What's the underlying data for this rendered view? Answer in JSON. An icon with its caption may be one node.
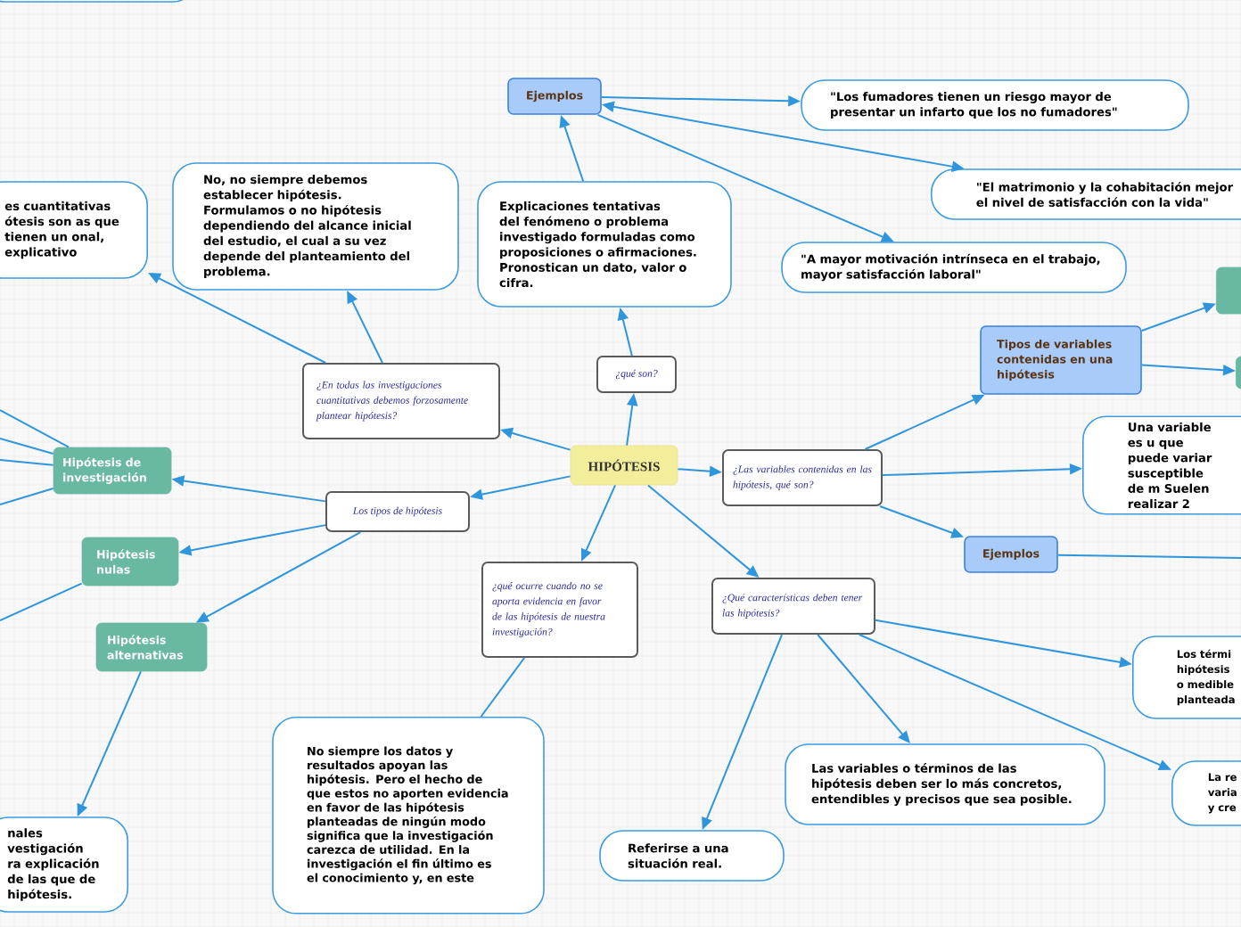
{
  "diagram": {
    "nodes": [
      {
        "text": [
          "HIPÓTESIS"
        ]
      },
      {
        "text": [
          "¿qué son?"
        ]
      },
      {
        "text": [
          "Explicaciones tentativas del fenómeno o problema investigado formuladas como proposiciones o afirmaciones. Pronostican un dato, valor o cifra."
        ]
      },
      {
        "text": [
          "Ejemplos"
        ]
      },
      {
        "text": [
          "\"Los fumadores tienen un riesgo mayor de presentar un infarto que los no fumadores\""
        ]
      },
      {
        "text": [
          "\"El matrimonio y la cohabitación mejor el nivel de satisfacción con la vida\""
        ]
      },
      {
        "text": [
          "\"A mayor motivación intrínseca en el trabajo, mayor satisfacción laboral\""
        ]
      },
      {
        "text": [
          "¿En todas las investigaciones cuantitativas debemos forzosamente plantear hipótesis?"
        ]
      },
      {
        "text": [
          "No, no siempre debemos establecer hipótesis. Formulamos o no hipótesis dependiendo del alcance inicial del estudio, el cual a su vez depende del planteamiento del problema."
        ]
      },
      {
        "text": [
          "es cuantitativas ótesis son as que tienen un onal, explicativo"
        ]
      },
      {
        "text": [
          "Los tipos de hipótesis"
        ]
      },
      {
        "text": [
          "Hipótesis de investigación"
        ]
      },
      {
        "text": [
          "Hipótesis nulas"
        ]
      },
      {
        "text": [
          "Hipótesis alternativas"
        ]
      },
      {
        "text": [
          "nales vestigación ra explicación de las que de hipótesis."
        ]
      },
      {
        "text": [
          "¿qué ocurre cuando no se aporta evidencia en favor de las hipótesis de nuestra investigación?"
        ]
      },
      {
        "text": [
          "No siempre los datos y resultados apoyan las hipótesis. Pero el hecho de que estos no aporten evidencia en favor de las hipótesis planteadas de ningún modo significa que la investigación carezca de utilidad. En la investigación el fin último es el conocimiento y, en este"
        ]
      },
      {
        "text": [
          "¿Las variables contenidas en las hipótesis, qué son?"
        ]
      },
      {
        "text": [
          "Tipos de variables contenidas en una hipótesis"
        ]
      },
      {
        "text": [],
        "shape": "box"
      },
      {
        "text": [],
        "shape": "box"
      },
      {
        "text": [
          "Una variable es u que puede variar susceptible de m Suelen realizar 2"
        ]
      },
      {
        "text": [
          "Ejemplos"
        ]
      },
      {
        "text": [
          "¿Qué características deben tener las hipótesis?"
        ]
      },
      {
        "text": [
          "Los térmi hipótesis o medible planteada"
        ]
      },
      {
        "text": [
          "Las variables o términos de las hipótesis deben ser lo más concretos, entendibles y precisos que sea posible."
        ]
      },
      {
        "text": [
          "La re varia y cre"
        ]
      },
      {
        "text": [
          "Referirse a una situación real."
        ]
      },
      {
        "text": [],
        "shape": "box"
      }
    ],
    "edges": [
      {
        "from": 0,
        "to": 1,
        "arrow": "to"
      },
      {
        "from": 1,
        "to": 2,
        "arrow": "to"
      },
      {
        "from": 2,
        "to": 3,
        "arrow": "to"
      },
      {
        "from": 3,
        "to": 4,
        "arrow": "to"
      },
      {
        "from": 3,
        "to": 5,
        "arrow": "both"
      },
      {
        "from": 3,
        "to": 6,
        "arrow": "to"
      },
      {
        "from": 0,
        "to": 7,
        "arrow": "to"
      },
      {
        "from": 7,
        "to": 8,
        "arrow": "to"
      },
      {
        "from": 7,
        "to": 9,
        "arrow": "to"
      },
      {
        "from": 0,
        "to": 10,
        "arrow": "to"
      },
      {
        "from": 10,
        "to": 11,
        "arrow": "to"
      },
      {
        "from": 10,
        "to": 12,
        "arrow": "to"
      },
      {
        "from": 10,
        "to": 13,
        "arrow": "to"
      },
      {
        "from": 11,
        "to": null,
        "arrow": "none"
      },
      {
        "from": 11,
        "to": null,
        "arrow": "none"
      },
      {
        "from": 11,
        "to": null,
        "arrow": "none"
      },
      {
        "from": 11,
        "to": null,
        "arrow": "none"
      },
      {
        "from": 12,
        "to": null,
        "arrow": "none"
      },
      {
        "from": 13,
        "to": 14,
        "arrow": "to"
      },
      {
        "from": 0,
        "to": 15,
        "arrow": "to"
      },
      {
        "from": 15,
        "to": 16,
        "arrow": "none"
      },
      {
        "from": 0,
        "to": 17,
        "arrow": "to"
      },
      {
        "from": 17,
        "to": 18,
        "arrow": "to"
      },
      {
        "from": 18,
        "to": 19,
        "arrow": "to"
      },
      {
        "from": 18,
        "to": 20,
        "arrow": "to"
      },
      {
        "from": 17,
        "to": 21,
        "arrow": "to"
      },
      {
        "from": 17,
        "to": 22,
        "arrow": "to"
      },
      {
        "from": 22,
        "to": null,
        "arrow": "none"
      },
      {
        "from": 0,
        "to": 23,
        "arrow": "to"
      },
      {
        "from": 23,
        "to": 24,
        "arrow": "to"
      },
      {
        "from": 23,
        "to": 25,
        "arrow": "to"
      },
      {
        "from": 23,
        "to": 26,
        "arrow": "to"
      },
      {
        "from": 23,
        "to": 27,
        "arrow": "to"
      }
    ]
  }
}
